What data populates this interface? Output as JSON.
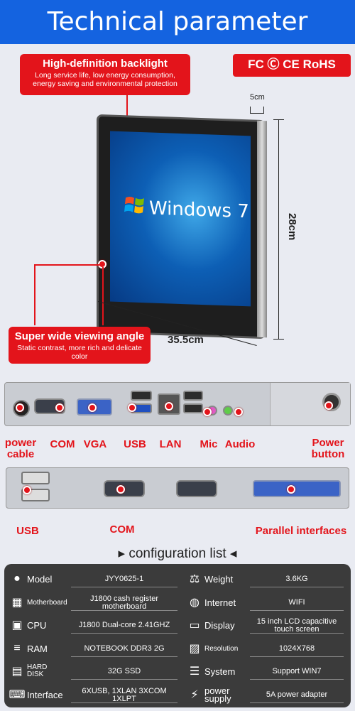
{
  "header": {
    "title": "Technical parameter"
  },
  "callouts": {
    "backlight": {
      "title": "High-definition backlight",
      "desc": "Long service life, low energy consumption, energy saving and environmental protection"
    },
    "viewing": {
      "title": "Super wide viewing angle",
      "desc": "Static contrast, more rich and delicate color"
    }
  },
  "certs": "FC Ⓒ CE RoHS",
  "screen": {
    "logo_text": "Windows 7"
  },
  "dimensions": {
    "bezel": "5cm",
    "height": "28cm",
    "width": "35.5cm"
  },
  "ports_top": [
    {
      "label": "power cable"
    },
    {
      "label": "COM"
    },
    {
      "label": "VGA"
    },
    {
      "label": "USB"
    },
    {
      "label": "LAN"
    },
    {
      "label": "Mic"
    },
    {
      "label": "Audio"
    },
    {
      "label": "Power button"
    }
  ],
  "ports_bottom": [
    {
      "label": "USB"
    },
    {
      "label": "COM"
    },
    {
      "label": "Parallel interfaces"
    }
  ],
  "config": {
    "title": "configuration list",
    "rows": [
      {
        "l1": "Model",
        "v1": "JYY0625-1",
        "l2": "Weight",
        "v2": "3.6KG",
        "i1": "location-pin-icon",
        "i2": "scale-icon"
      },
      {
        "l1": "Motherboard",
        "v1": "J1800 cash register motherboard",
        "l2": "Internet",
        "v2": "WIFI",
        "i1": "motherboard-icon",
        "i2": "globe-icon"
      },
      {
        "l1": "CPU",
        "v1": "J1800 Dual-core 2.41GHZ",
        "l2": "Display",
        "v2": "15 inch LCD capacitive touch screen",
        "i1": "cpu-icon",
        "i2": "display-icon"
      },
      {
        "l1": "RAM",
        "v1": "NOTEBOOK DDR3 2G",
        "l2": "Resolution",
        "v2": "1024X768",
        "i1": "ram-icon",
        "i2": "image-icon"
      },
      {
        "l1": "HARD DISK",
        "v1": "32G SSD",
        "l2": "System",
        "v2": "Support WIN7",
        "i1": "hard-disk-icon",
        "i2": "server-icon"
      },
      {
        "l1": "Interface",
        "v1": "6XUSB, 1XLAN 3XCOM 1XLPT",
        "l2": "power supply",
        "v2": "5A power adapter",
        "i1": "interface-icon",
        "i2": "power-plug-icon"
      }
    ]
  }
}
